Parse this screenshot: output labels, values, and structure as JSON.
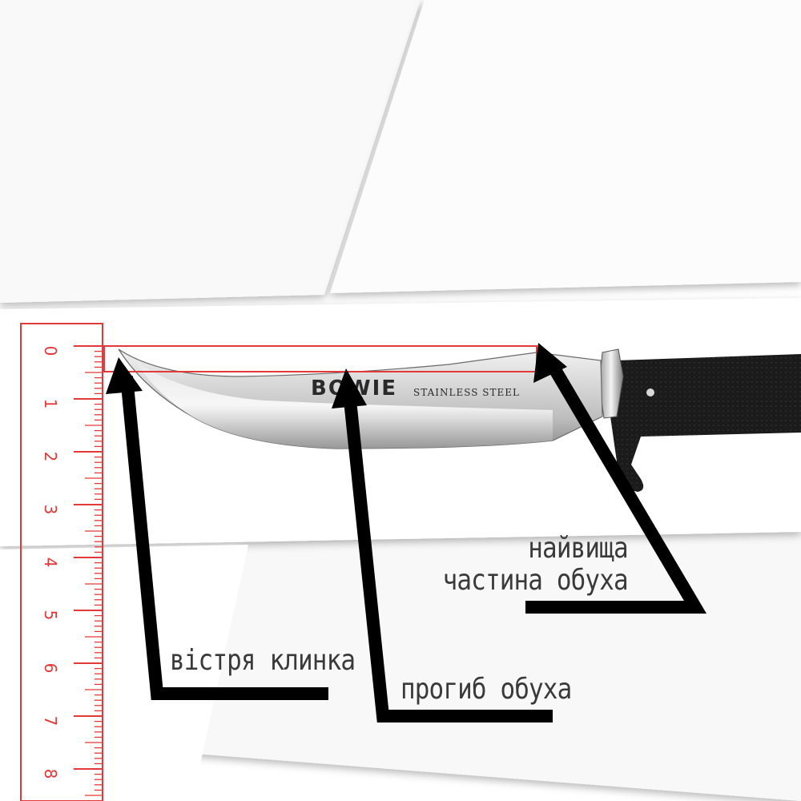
{
  "annotations": {
    "blade_tip": "вістря клинка",
    "spine_curve": "прогиб обуха",
    "spine_highest_line1": "найвища",
    "spine_highest_line2": "частина обуха"
  },
  "ruler": {
    "labels": [
      "0",
      "1",
      "2",
      "3",
      "4",
      "5",
      "6",
      "7",
      "8"
    ],
    "color": "#e23a3a"
  },
  "knife": {
    "brand": "BOWIE",
    "subtitle": "STAINLESS STEEL"
  },
  "colors": {
    "ruler": "#e23a3a",
    "highlight_box": "#e23a3a",
    "arrows": "#000000",
    "handle": "#1a1a1a"
  }
}
